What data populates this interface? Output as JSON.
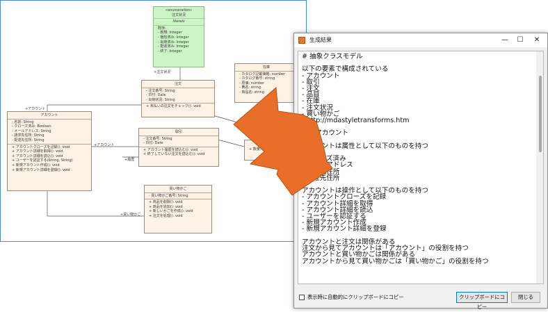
{
  "diagram": {
    "enum_class": {
      "stereotype": "«enumeration»",
      "name": "注文状況",
      "section_title": "literals",
      "rows": [
        "既存:",
        "-  新規: Integer",
        "-  梱包済み: Integer",
        "-  出荷済み: Integer",
        "-  配達済み: Integer",
        "-  終了: Integer"
      ]
    },
    "order_class": {
      "name": "注文",
      "attrs": [
        "-  注文番号: String",
        "-  日付: Date",
        "-  出荷状況: String"
      ],
      "ops": [
        "+  未払いの注文をチェック(): void"
      ]
    },
    "stock_class": {
      "name": "在庫",
      "attrs": [
        "-  カタログ記載価格: number",
        "-  カタログ番号: string",
        "-  原価: number",
        "-  費名: string",
        "-  商品名: string"
      ]
    },
    "account_class": {
      "name": "アカウント",
      "attrs": [
        "-  名前: String",
        "-  クローズ済み: Boolean",
        "-  メールアドレス: String",
        "-  請求先住所: String",
        "-  配達先住所: String"
      ],
      "ops": [
        "+  アカウントクローズを記録(): void",
        "+  アカウント詳細を取得(): void",
        "+  アカウント詳細を読込(): void",
        "+  ユーザーを認証する(String, String)",
        "+  新規アカウント作成(): void",
        "+  新規アカウント詳細を登録(): void"
      ]
    },
    "transaction_class": {
      "name": "取引",
      "attrs": [
        "-  注文番号: String",
        "-  日付: Date"
      ],
      "ops": [
        "+  アカウント履歴を読込む(): void",
        "+  終了していない注文を読込む(): void"
      ]
    },
    "partial_class": {
      "rows": [
        "+  数量: number"
      ]
    },
    "cart_class": {
      "name": "買い物かご",
      "attrs": [
        "-  買い物かご番号: String"
      ],
      "ops": [
        "+  商品を削除(): void",
        "+  商品を追加(): void",
        "+  新しいかごを作成(): void",
        "+  注文を処理(): void"
      ]
    },
    "labels": {
      "order_status": "+注文状況",
      "account_left": "+アカウント",
      "account_mid": "+アカウント",
      "history": "+履歴",
      "cart": "+買い物かご"
    }
  },
  "window": {
    "title": "生成結果",
    "min_glyph": "—",
    "max_glyph": "☐",
    "close_glyph": "✕",
    "content": "# 抽象クラスモデル\n\n以下の要素で構成されている\n- アカウント\n- 取引\n- 注文\n- 品目\n- 在庫\n- 注文状況\n- 買い物かご\n- http://mdastyletransforms.htm\n\n## アカウント\n\nアカウントは属性として以下のものを持つ\n- 名前\n- クローズ済み\n- メールアドレス\n- 請求先住所\n- 配達先住所\n\nアカウントは操作として以下のものを持つ\n- アカウントクローズを記録\n- アカウント詳細を取得\n- アカウント詳細を読込\n- ユーザーを認証する\n- 新規アカウント作成\n- 新規アカウント詳細を登録\n\nアカウントと注文は関係がある\n注文から見てアカウントは「アカウント」の役割を持つ\nアカウントと買い物かごは関係がある\nアカウントから見て買い物かごは「買い物かご」の役割を持つ",
    "checkbox_label": "表示時に自動的にクリップボードにコピー",
    "copy_button": "クリップボードにコピー",
    "close_button": "閉じる"
  },
  "colors": {
    "accent_arrow": "#e86e2a",
    "class_fill": "#fcf2e6",
    "enum_fill": "#ccf5c6",
    "frame_border": "#4a8ad4"
  }
}
